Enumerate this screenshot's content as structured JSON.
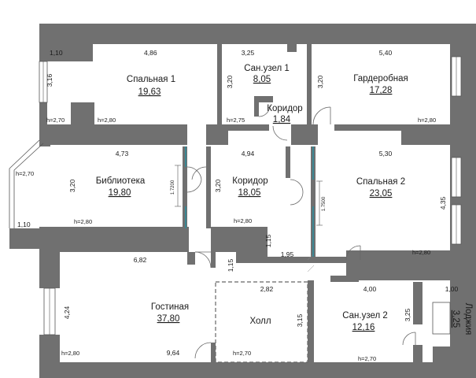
{
  "plan": {
    "rooms": [
      {
        "id": "bedroom-1",
        "name": "Спальная 1",
        "area": "19,63"
      },
      {
        "id": "wc-1",
        "name": "Сан.узел 1",
        "area": "8,05"
      },
      {
        "id": "wardrobe",
        "name": "Гардеробная",
        "area": "17,28"
      },
      {
        "id": "corridor-small",
        "name": "Коридор",
        "area": "1,84"
      },
      {
        "id": "library",
        "name": "Библиотека",
        "area": "19,80"
      },
      {
        "id": "corridor",
        "name": "Коридор",
        "area": "18,05"
      },
      {
        "id": "bedroom-2",
        "name": "Спальная 2",
        "area": "23,05"
      },
      {
        "id": "living",
        "name": "Гостиная",
        "area": "37,80"
      },
      {
        "id": "hall",
        "name": "Холл",
        "area": ""
      },
      {
        "id": "wc-2",
        "name": "Сан.узел 2",
        "area": "12,16"
      },
      {
        "id": "loggia",
        "name": "Лоджия",
        "area": "3,25"
      }
    ],
    "dims": [
      {
        "id": "d1",
        "text": "1,10"
      },
      {
        "id": "d2",
        "text": "4,86"
      },
      {
        "id": "d3",
        "text": "3,16"
      },
      {
        "id": "d4",
        "text": "3,25"
      },
      {
        "id": "d5",
        "text": "3,20"
      },
      {
        "id": "d6",
        "text": "5,40"
      },
      {
        "id": "d7",
        "text": "3,20"
      },
      {
        "id": "d8",
        "text": "4,73"
      },
      {
        "id": "d9",
        "text": "4,94"
      },
      {
        "id": "d10",
        "text": "5,30"
      },
      {
        "id": "d11",
        "text": "3,20"
      },
      {
        "id": "d12",
        "text": "3,20"
      },
      {
        "id": "d13",
        "text": "4,35"
      },
      {
        "id": "d14",
        "text": "1,10"
      },
      {
        "id": "d15",
        "text": "1,15"
      },
      {
        "id": "d16",
        "text": "1,95"
      },
      {
        "id": "d17",
        "text": "6,82"
      },
      {
        "id": "d18",
        "text": "1,15"
      },
      {
        "id": "d19",
        "text": "2,82"
      },
      {
        "id": "d20",
        "text": "4,00"
      },
      {
        "id": "d21",
        "text": "1,00"
      },
      {
        "id": "d22",
        "text": "4,24"
      },
      {
        "id": "d23",
        "text": "3,15"
      },
      {
        "id": "d24",
        "text": "3,25"
      },
      {
        "id": "d25",
        "text": "9,64"
      },
      {
        "id": "d26",
        "text": "1.7200"
      },
      {
        "id": "d27",
        "text": "1.7500"
      }
    ],
    "heights": [
      {
        "id": "h1",
        "text": "h=2,70"
      },
      {
        "id": "h2",
        "text": "h=2,80"
      },
      {
        "id": "h3",
        "text": "h=2,75"
      },
      {
        "id": "h4",
        "text": "h=2,80"
      },
      {
        "id": "h5",
        "text": "h=2,70"
      },
      {
        "id": "h6",
        "text": "h=2,80"
      },
      {
        "id": "h7",
        "text": "h=2,80"
      },
      {
        "id": "h8",
        "text": "h=2,80"
      },
      {
        "id": "h9",
        "text": "h=2,80"
      },
      {
        "id": "h10",
        "text": "h=2,70"
      },
      {
        "id": "h11",
        "text": "h=2,70"
      }
    ]
  },
  "colors": {
    "wall": "#707070",
    "text": "#1a1a1a",
    "door": "#3aa6b9",
    "hatch": "#8a8a8a"
  }
}
